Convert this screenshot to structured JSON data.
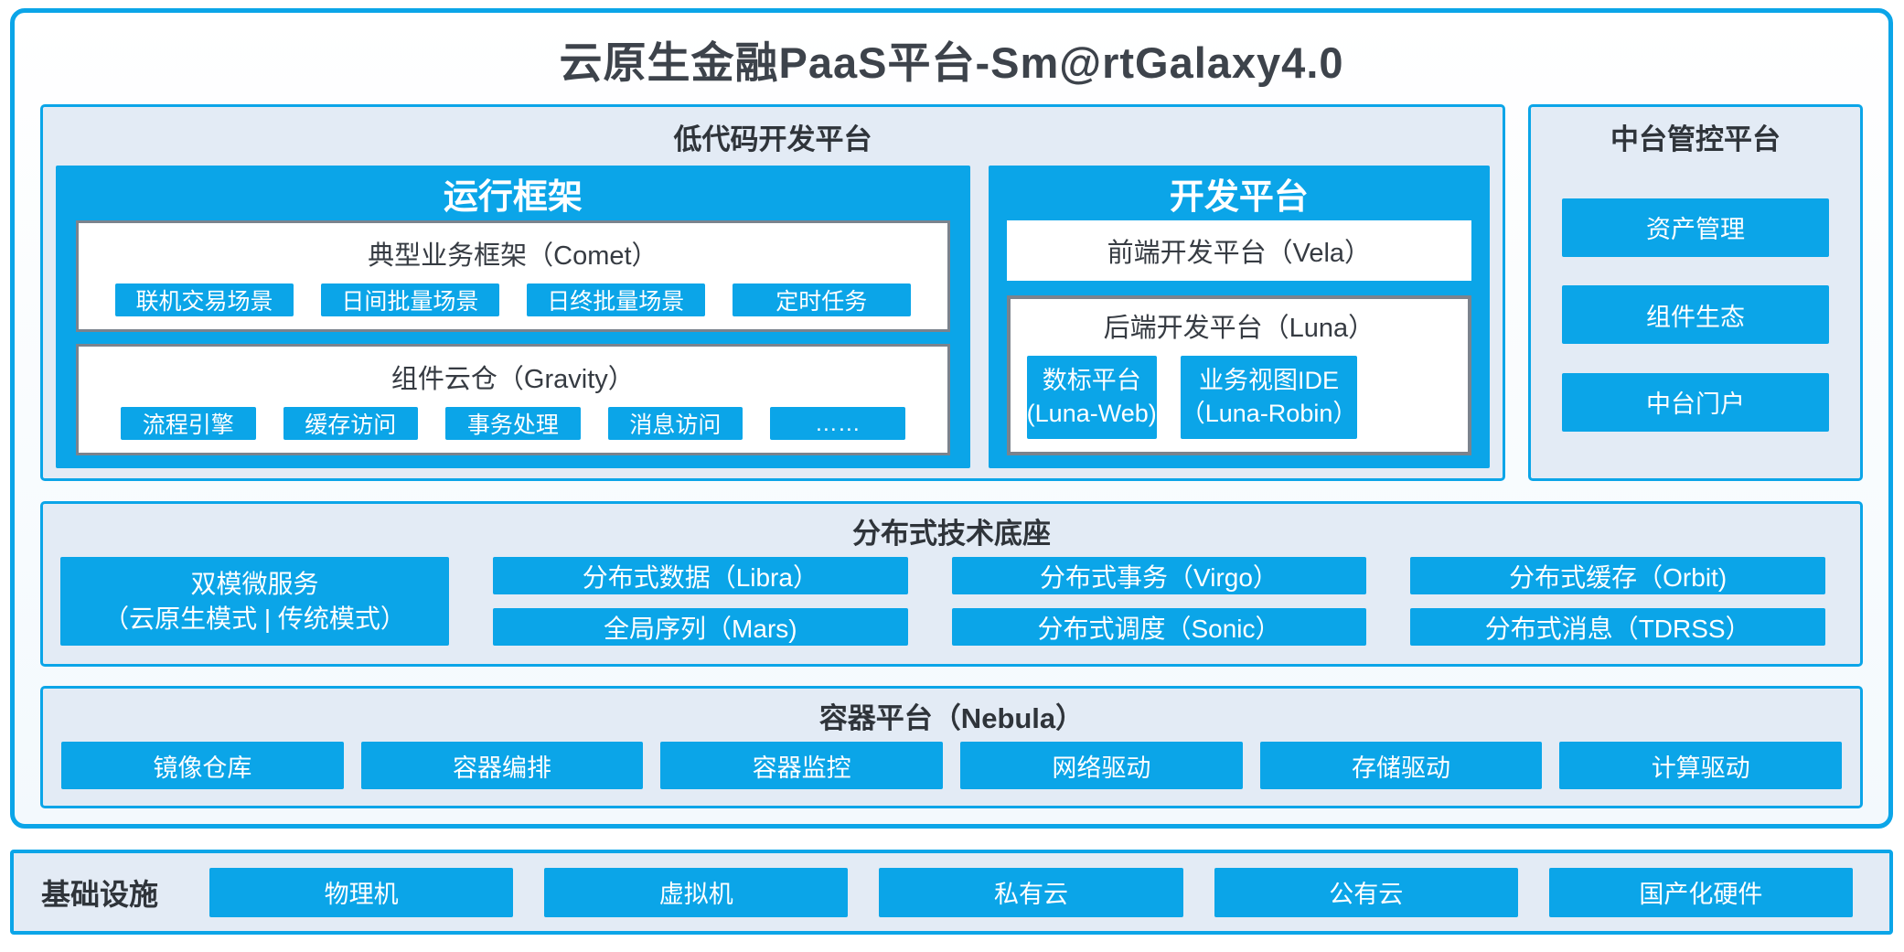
{
  "title": "云原生金融PaaS平台-Sm@rtGalaxy4.0",
  "colors": {
    "accent_blue": "#0ba5e8",
    "section_bg": "#e3ebf5",
    "dark_text": "#2f343a",
    "gray_border": "#7b838d",
    "white": "#ffffff"
  },
  "lowcode": {
    "header": "低代码开发平台",
    "runtime": {
      "title": "运行框架",
      "comet": {
        "title": "典型业务框架（Comet）",
        "items": [
          "联机交易场景",
          "日间批量场景",
          "日终批量场景",
          "定时任务"
        ]
      },
      "gravity": {
        "title": "组件云仓（Gravity）",
        "items": [
          "流程引擎",
          "缓存访问",
          "事务处理",
          "消息访问",
          "……"
        ]
      }
    },
    "dev": {
      "title": "开发平台",
      "frontend": "前端开发平台（Vela）",
      "backend": {
        "title": "后端开发平台（Luna）",
        "items": [
          {
            "line1": "数标平台",
            "line2": "(Luna-Web)"
          },
          {
            "line1": "业务视图IDE",
            "line2": "（Luna-Robin）"
          }
        ]
      }
    }
  },
  "midplatform": {
    "header": "中台管控平台",
    "items": [
      "资产管理",
      "组件生态",
      "中台门户"
    ]
  },
  "distributed": {
    "header": "分布式技术底座",
    "dual_mode": {
      "line1": "双模微服务",
      "line2": "（云原生模式 | 传统模式）"
    },
    "row1": [
      "分布式数据（Libra）",
      "分布式事务（Virgo）",
      "分布式缓存（Orbit)"
    ],
    "row2": [
      "全局序列（Mars)",
      "分布式调度（Sonic）",
      "分布式消息（TDRSS）"
    ]
  },
  "container_platform": {
    "header": "容器平台（Nebula）",
    "items": [
      "镜像仓库",
      "容器编排",
      "容器监控",
      "网络驱动",
      "存储驱动",
      "计算驱动"
    ]
  },
  "infrastructure": {
    "label": "基础设施",
    "items": [
      "物理机",
      "虚拟机",
      "私有云",
      "公有云",
      "国产化硬件"
    ]
  }
}
